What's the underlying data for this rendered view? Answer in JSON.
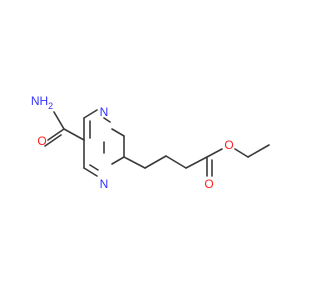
{
  "molecule": {
    "atoms": {
      "amide_n": {
        "symbol": "NH2",
        "label_text": "NH",
        "subscript": "2",
        "color": "#3333ff"
      },
      "amide_o": {
        "symbol": "O",
        "label_text": "O",
        "color": "#ff2020"
      },
      "ring_n1": {
        "symbol": "N",
        "label_text": "N",
        "color": "#3333ff"
      },
      "ring_n3": {
        "symbol": "N",
        "label_text": "N",
        "color": "#3333ff"
      },
      "ester_o_single": {
        "symbol": "O",
        "label_text": "O",
        "color": "#ff2020"
      },
      "ester_o_double": {
        "symbol": "O",
        "label_text": "O",
        "color": "#ff2020"
      }
    },
    "bond_color": "#3a3a3a"
  }
}
